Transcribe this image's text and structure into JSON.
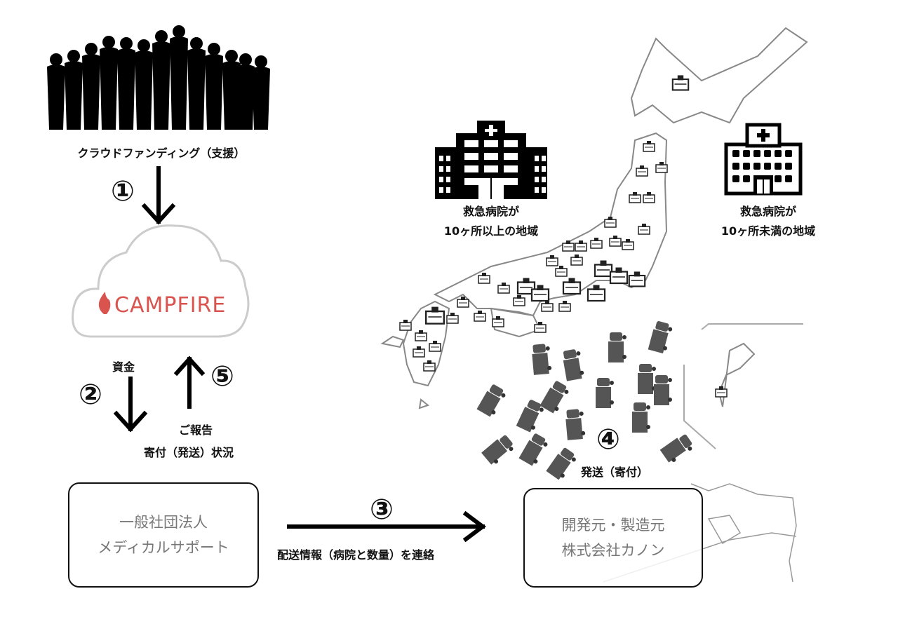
{
  "crowdfunding": {
    "label": "クラウドファンディング（支援）"
  },
  "steps": {
    "s1": "①",
    "s2": "②",
    "s3": "③",
    "s4": "④",
    "s5": "⑤"
  },
  "platform": {
    "logo_text": "CAMPFIRE",
    "color": "#d9534f"
  },
  "flows": {
    "funds": "資金",
    "report_line1": "ご報告",
    "report_line2": "寄付（発送）状況",
    "contact": "配送情報（病院と数量）を連絡",
    "ship": "発送（寄付）"
  },
  "org": {
    "line1": "一般社団法人",
    "line2": "メディカルサポート"
  },
  "maker": {
    "line1": "開発元・製造元",
    "line2": "株式会社カノン"
  },
  "legend": {
    "many": {
      "line1": "救急病院が",
      "line2": "10ヶ所以上の地域"
    },
    "few": {
      "line1": "救急病院が",
      "line2": "10ヶ所未満の地域"
    }
  }
}
